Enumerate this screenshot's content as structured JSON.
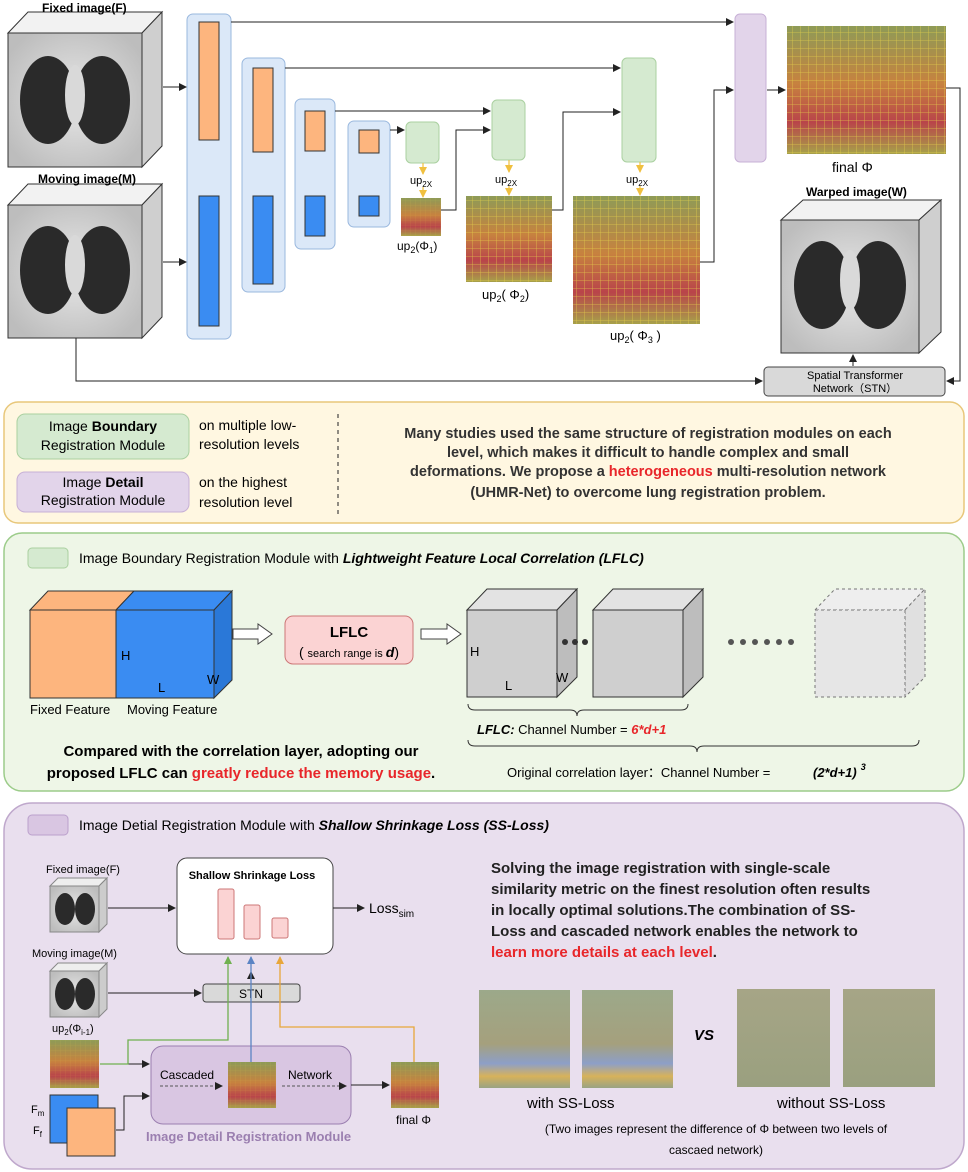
{
  "top": {
    "fixed_title": "Fixed image(F)",
    "moving_title": "Moving image(M)",
    "warped_title": "Warped image(W)",
    "final_phi": "final  Φ",
    "up2x": "up",
    "up2x_sub": "2X",
    "up_phi1": "up",
    "up_phi1_sub": "2",
    "up_phi1_arg": "(Φ",
    "up_phi1_idx": "1",
    "up_phi1_close": ")",
    "up_phi2_a": "up",
    "up_phi2_sub": "2",
    "up_phi2_arg": "( Φ",
    "up_phi2_idx": "2",
    "up_phi2_close": ")",
    "up_phi3_a": "up",
    "up_phi3_sub": "2",
    "up_phi3_arg": "( Φ",
    "up_phi3_idx": "3",
    "up_phi3_close": " )",
    "stn_line1": "Spatial Transformer",
    "stn_line2": "Network（STN）"
  },
  "summary": {
    "legend1_a": "Image ",
    "legend1_b": "Boundary",
    "legend1_c": "Registration Module",
    "legend1_desc1": "on multiple low-",
    "legend1_desc2": "resolution levels",
    "legend2_a": "Image ",
    "legend2_b": "Detail",
    "legend2_c": "Registration Module",
    "legend2_desc1": "on the highest",
    "legend2_desc2": "resolution level",
    "text_l1": "Many studies used the same structure of registration modules on each",
    "text_l2": "level, which makes it difficult to handle complex and small",
    "text_l3a": "deformations. We propose a ",
    "text_l3b": "heterogeneous",
    "text_l3c": " multi-resolution network",
    "text_l4": "(UHMR-Net) to overcome lung registration problem."
  },
  "lflc": {
    "title_a": "Image Boundary Registration Module with ",
    "title_b": "Lightweight Feature Local Correlation  (LFLC)",
    "H": "H",
    "L": "L",
    "W": "W",
    "fixed_feature": "Fixed Feature",
    "moving_feature": "Moving Feature",
    "box_title": "LFLC",
    "box_sub_a": "( ",
    "box_sub_b": "search range is ",
    "box_sub_d": "d",
    "box_sub_c": ")",
    "H2": "H",
    "L2": "L",
    "W2": "W",
    "ch_label": "LFLC:",
    "ch_text": " Channel Number = ",
    "ch_val": "6*d+1",
    "orig_text": "Original correlation layer：Channel Number =",
    "orig_val": "(2*d+1)",
    "orig_exp": "3",
    "compare_l1": "Compared with the correlation layer, adopting our",
    "compare_l2a": "proposed LFLC can ",
    "compare_l2b": "greatly reduce the memory usage",
    "compare_l2c": "."
  },
  "ssloss": {
    "title_a": "Image Detial Registration Module with ",
    "title_b": "Shallow Shrinkage Loss (SS-Loss)",
    "fixed_label": "Fixed image(F)",
    "moving_label": "Moving image(M)",
    "up_label": "up",
    "up_sub": "2",
    "up_arg": "(Φ",
    "up_idx": "i-1",
    "up_close": ")",
    "loss_box_title": "Shallow Shrinkage Loss",
    "loss": "Loss",
    "loss_sub": "sim",
    "stn": "STN",
    "cascaded": "Cascaded",
    "network": "Network",
    "final_phi": "final Φ",
    "fm": "F",
    "fm_sub": "m",
    "ff": "F",
    "ff_sub": "f",
    "module_label": "Image  Detail Registration Module",
    "desc_l1": "Solving the image registration with single-scale",
    "desc_l2": "similarity metric on the finest resolution often results",
    "desc_l3": "in locally optimal solutions.The combination of SS-",
    "desc_l4": "Loss and cascaded network enables the network to",
    "desc_l5": "learn more details at each level",
    "desc_l5_end": ".",
    "vs": "VS",
    "with": "with SS-Loss",
    "without": "without SS-Loss",
    "note_l1": "(Two images represent the difference of Φ between two levels of",
    "note_l2": "cascaed network)"
  },
  "colors": {
    "orange": "#FDB57E",
    "blue": "#3A8CF2",
    "red": "#E8262A",
    "green_bg": "#EEF6E7",
    "yellow_bg": "#FFF7E1",
    "purple_bg": "#E9DFEE"
  }
}
